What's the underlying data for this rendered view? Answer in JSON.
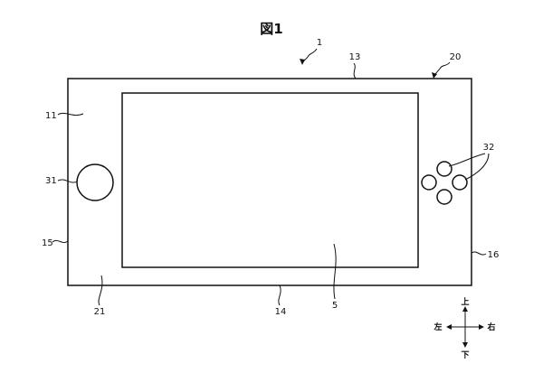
{
  "figure": {
    "title": "図1",
    "labels": {
      "device": "1",
      "housing_top_edge": "13",
      "housing_bottom_edge": "14",
      "housing_left_edge": "15",
      "housing_right_edge": "16",
      "housing": "20",
      "left_region": "11",
      "lower_region": "21",
      "display": "5",
      "analog_stick": "31",
      "buttons": "32"
    },
    "directions": {
      "up": "上",
      "down": "下",
      "left": "左",
      "right": "右"
    }
  }
}
